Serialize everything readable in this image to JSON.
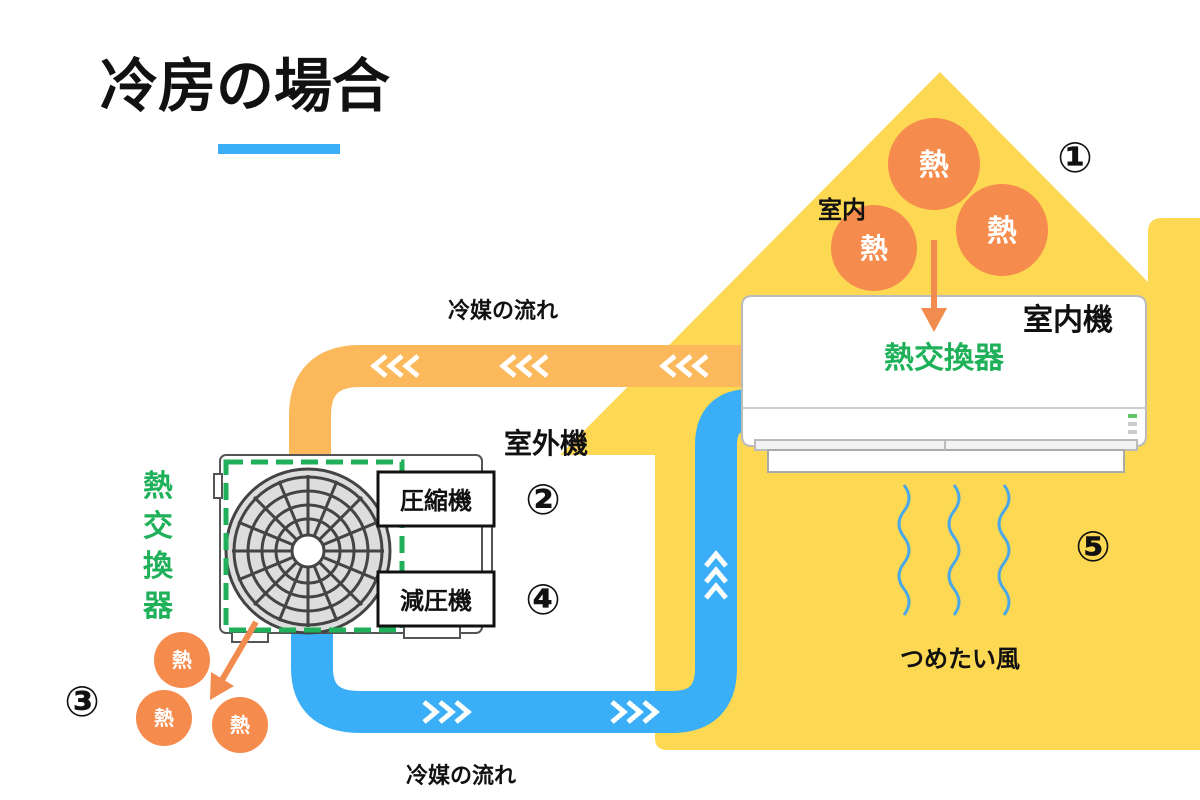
{
  "title": "冷房の場合",
  "labels": {
    "room": "室内",
    "indoor_unit": "室内機",
    "outdoor_unit": "室外機",
    "compressor": "圧縮機",
    "expansion_valve": "減圧機",
    "heat_exchanger_indoor": "熱交換器",
    "heat_exchanger_outdoor": [
      "熱",
      "交",
      "換",
      "器"
    ],
    "refrigerant_flow_top": "冷媒の流れ",
    "refrigerant_flow_bottom": "冷媒の流れ",
    "cool_air": "つめたい風",
    "heat": "熱"
  },
  "steps": [
    "①",
    "②",
    "③",
    "④",
    "⑤"
  ],
  "colors": {
    "house": "#fcd853",
    "hot_pipe": "#fbb95b",
    "cold_pipe": "#3aaff7",
    "heat_ball": "#f58b4c",
    "heat_arrow": "#f28b4e",
    "green_text": "#1fb15a",
    "accent_line": "#3aaff7",
    "wind": "#4aa8e8"
  },
  "icons": {
    "fan": "fan-icon",
    "chevrons_left": "chevron-left-icon",
    "chevrons_right": "chevron-right-icon",
    "chevrons_up": "chevron-up-icon",
    "wind": "wind-icon"
  }
}
